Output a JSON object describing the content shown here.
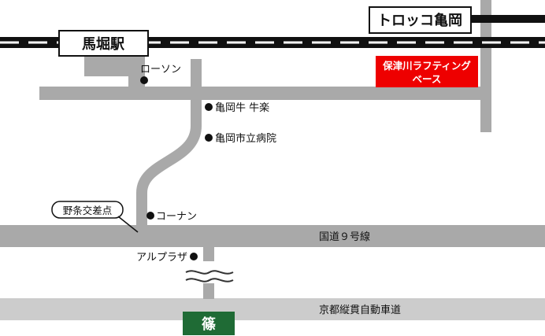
{
  "stations": {
    "umahori": "馬堀駅",
    "torokko_kameoka": "トロッコ亀岡"
  },
  "highlight": {
    "line1": "保津川ラフティング",
    "line2": "ベース",
    "color": "#ee0000"
  },
  "landmarks": {
    "lawson": "ローソン",
    "kameoka_gyu": "亀岡牛 牛楽",
    "hospital": "亀岡市立病院",
    "kohnan": "コーナン",
    "alplaza": "アルプラザ"
  },
  "intersection": "野条交差点",
  "roads": {
    "route9": "国道９号線",
    "expressway": "京都縦貫自動車道"
  },
  "interchange": {
    "label": "篠",
    "color": "#1f6b35"
  },
  "colors": {
    "road": "#a9a9a9",
    "expressway": "#cccccc"
  }
}
